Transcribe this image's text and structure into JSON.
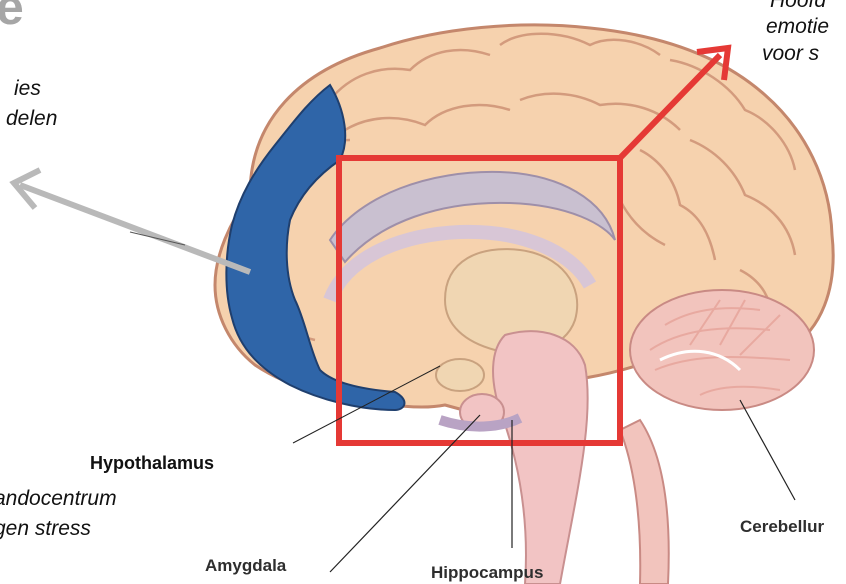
{
  "title_fragment": "e",
  "annotations": {
    "top_left": {
      "line1": "ies",
      "line2": "delen"
    },
    "top_right": {
      "line1": "Hoofd",
      "line2": "emotie",
      "line3": "voor s"
    },
    "bottom_left": {
      "line1": "andocentrum",
      "line2": "gen stress"
    }
  },
  "labels": {
    "hypothalamus": "Hypothalamus",
    "amygdala": "Amygdala",
    "hippocampus": "Hippocampus",
    "cerebellum": "Cerebellur"
  },
  "colors": {
    "highlight_region": "#2f65a8",
    "focus_box": "#e53935",
    "pointer_arrow": "#b9b9b9",
    "brain_fill": "#f6d2ae",
    "brain_outline": "#c4876c"
  }
}
